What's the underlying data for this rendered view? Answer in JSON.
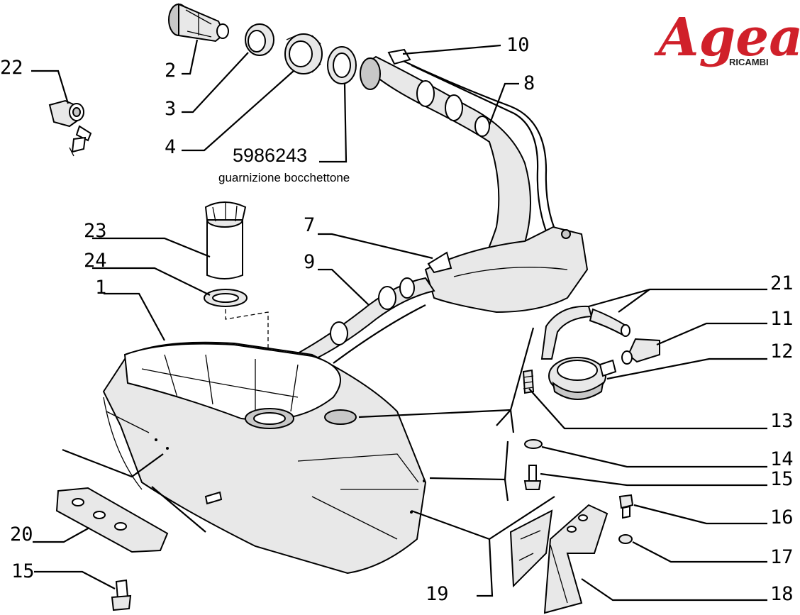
{
  "logo": {
    "brand": "Agea",
    "sub": "RICAMBI",
    "color": "#d0202a"
  },
  "callout": {
    "part_number": "5986243",
    "caption": "guarnizione bocchettone"
  },
  "labels": {
    "l1": "1",
    "l2": "2",
    "l3": "3",
    "l4": "4",
    "l7": "7",
    "l8": "8",
    "l9": "9",
    "l10": "10",
    "l11": "11",
    "l12": "12",
    "l13": "13",
    "l14": "14",
    "l15a": "15",
    "l15b": "15",
    "l16": "16",
    "l17": "17",
    "l18": "18",
    "l19": "19",
    "l20": "20",
    "l21": "21",
    "l22": "22",
    "l23": "23",
    "l24": "24"
  }
}
